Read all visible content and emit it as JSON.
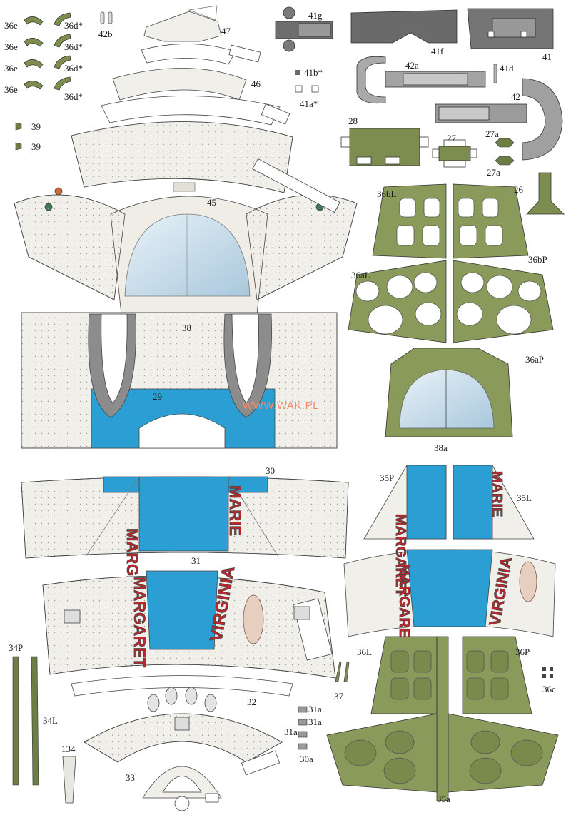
{
  "sheet": {
    "watermark": "WWW.WAK.PL",
    "colors": {
      "aluminium": "#f1efea",
      "blue": "#2b9fd4",
      "olive": "#8a9a5b",
      "olive_dark": "#6d7d44",
      "grey": "#8c8c8c",
      "dark_grey": "#4d4d4d",
      "canopy": "#cfe2ee",
      "nose_text": "#c0262b"
    },
    "nose_art": {
      "margaret": "MARGARET",
      "marie": "MARIE",
      "virginia": "VIRGINIA"
    },
    "part_labels": {
      "p36e_1": "36e",
      "p36e_2": "36e",
      "p36e_3": "36e",
      "p36e_4": "36e",
      "p36d_1": "36d*",
      "p36d_2": "36d*",
      "p36d_3": "36d*",
      "p36d_4": "36d*",
      "p42b": "42b",
      "p47": "47",
      "p46": "46",
      "p45": "45",
      "p39_1": "39",
      "p39_2": "39",
      "p41g": "41g",
      "p41f": "41f",
      "p41": "41",
      "p41b": "41b*",
      "p41a": "41a*",
      "p42a": "42a",
      "p41d": "41d",
      "p42": "42",
      "p28": "28",
      "p27": "27",
      "p27a_1": "27a",
      "p27a_2": "27a",
      "p26": "26",
      "p36bL": "36bL",
      "p36bP": "36bP",
      "p36aL": "36aL",
      "p36aP": "36aP",
      "p38": "38",
      "p38a": "38a",
      "p29": "29",
      "p30": "30",
      "p31": "31",
      "p35P": "35P",
      "p35L": "35L",
      "p34P": "34P",
      "p34L": "34L",
      "p36L": "36L",
      "p36P": "36P",
      "p36c": "36c",
      "p37": "37",
      "p32": "32",
      "p31a_1": "31a",
      "p31a_2": "31a",
      "p31a_3": "31a",
      "p30a": "30a",
      "p134": "134",
      "p33": "33",
      "p35a": "35a"
    }
  }
}
